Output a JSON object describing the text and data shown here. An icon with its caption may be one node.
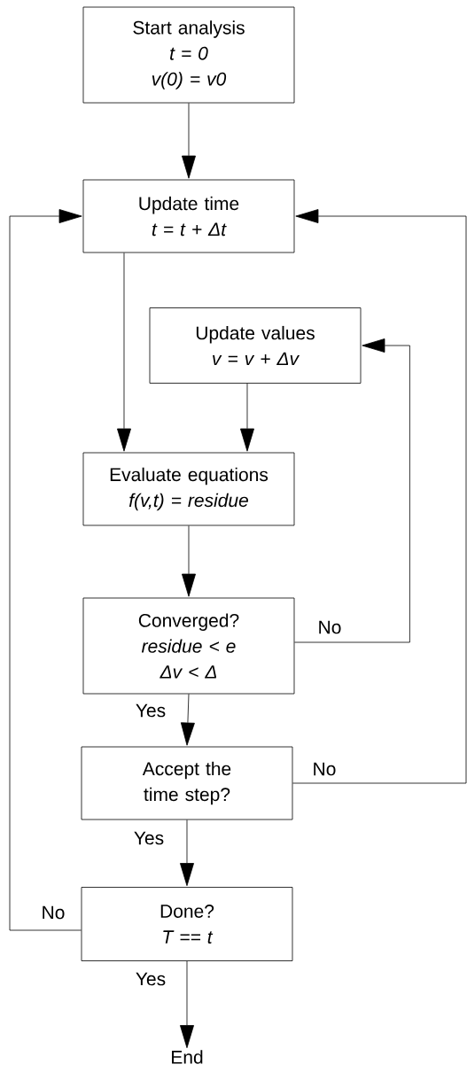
{
  "diagram": {
    "nodes": [
      {
        "text": [
          "Start analysis",
          "t = 0",
          "v(0) = v0"
        ]
      },
      {
        "text": [
          "Update time",
          "t = t +  Δt"
        ]
      },
      {
        "text": [
          "Update values",
          "v = v +  Δv"
        ]
      },
      {
        "text": [
          "Evaluate equations",
          "f(v,t) = residue"
        ]
      },
      {
        "text": [
          "Converged?",
          "residue <  e",
          "Δv  <  Δ"
        ]
      },
      {
        "text": [
          "Accept the time step?"
        ]
      },
      {
        "text": [
          "Done?",
          "T == t"
        ]
      },
      {
        "text": [
          "End"
        ]
      }
    ],
    "edges": [
      {
        "from": 0,
        "to": 1,
        "arrow": "to"
      },
      {
        "from": 1,
        "to": 3,
        "arrow": "to"
      },
      {
        "from": 2,
        "to": 3,
        "arrow": "to"
      },
      {
        "from": 3,
        "to": 4,
        "arrow": "to"
      },
      {
        "from": 4,
        "to": 2,
        "arrow": "to",
        "label": "No"
      },
      {
        "from": 4,
        "to": 5,
        "arrow": "to",
        "label": "Yes"
      },
      {
        "from": 5,
        "to": 1,
        "arrow": "to",
        "label": "No"
      },
      {
        "from": 5,
        "to": 6,
        "arrow": "to",
        "label": "Yes"
      },
      {
        "from": 6,
        "to": 1,
        "arrow": "to",
        "label": "No"
      },
      {
        "from": 6,
        "to": 7,
        "arrow": "to",
        "label": "Yes"
      }
    ]
  }
}
